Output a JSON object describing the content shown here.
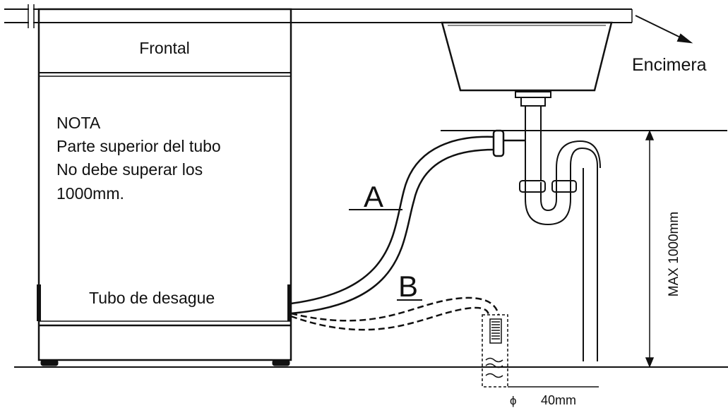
{
  "labels": {
    "front": "Frontal",
    "countertop": "Encimera",
    "note_title": "NOTA",
    "note_line1": "Parte superior del tubo",
    "note_line2": "No debe superar los",
    "note_line3": "1000mm.",
    "drain_hose": "Tubo de desague",
    "hose_a": "A",
    "hose_b": "B",
    "max_height": "MAX 1000mm",
    "diameter_symbol": "ϕ",
    "diameter_value": "40mm"
  },
  "colors": {
    "line": "#111111",
    "background": "#ffffff"
  }
}
